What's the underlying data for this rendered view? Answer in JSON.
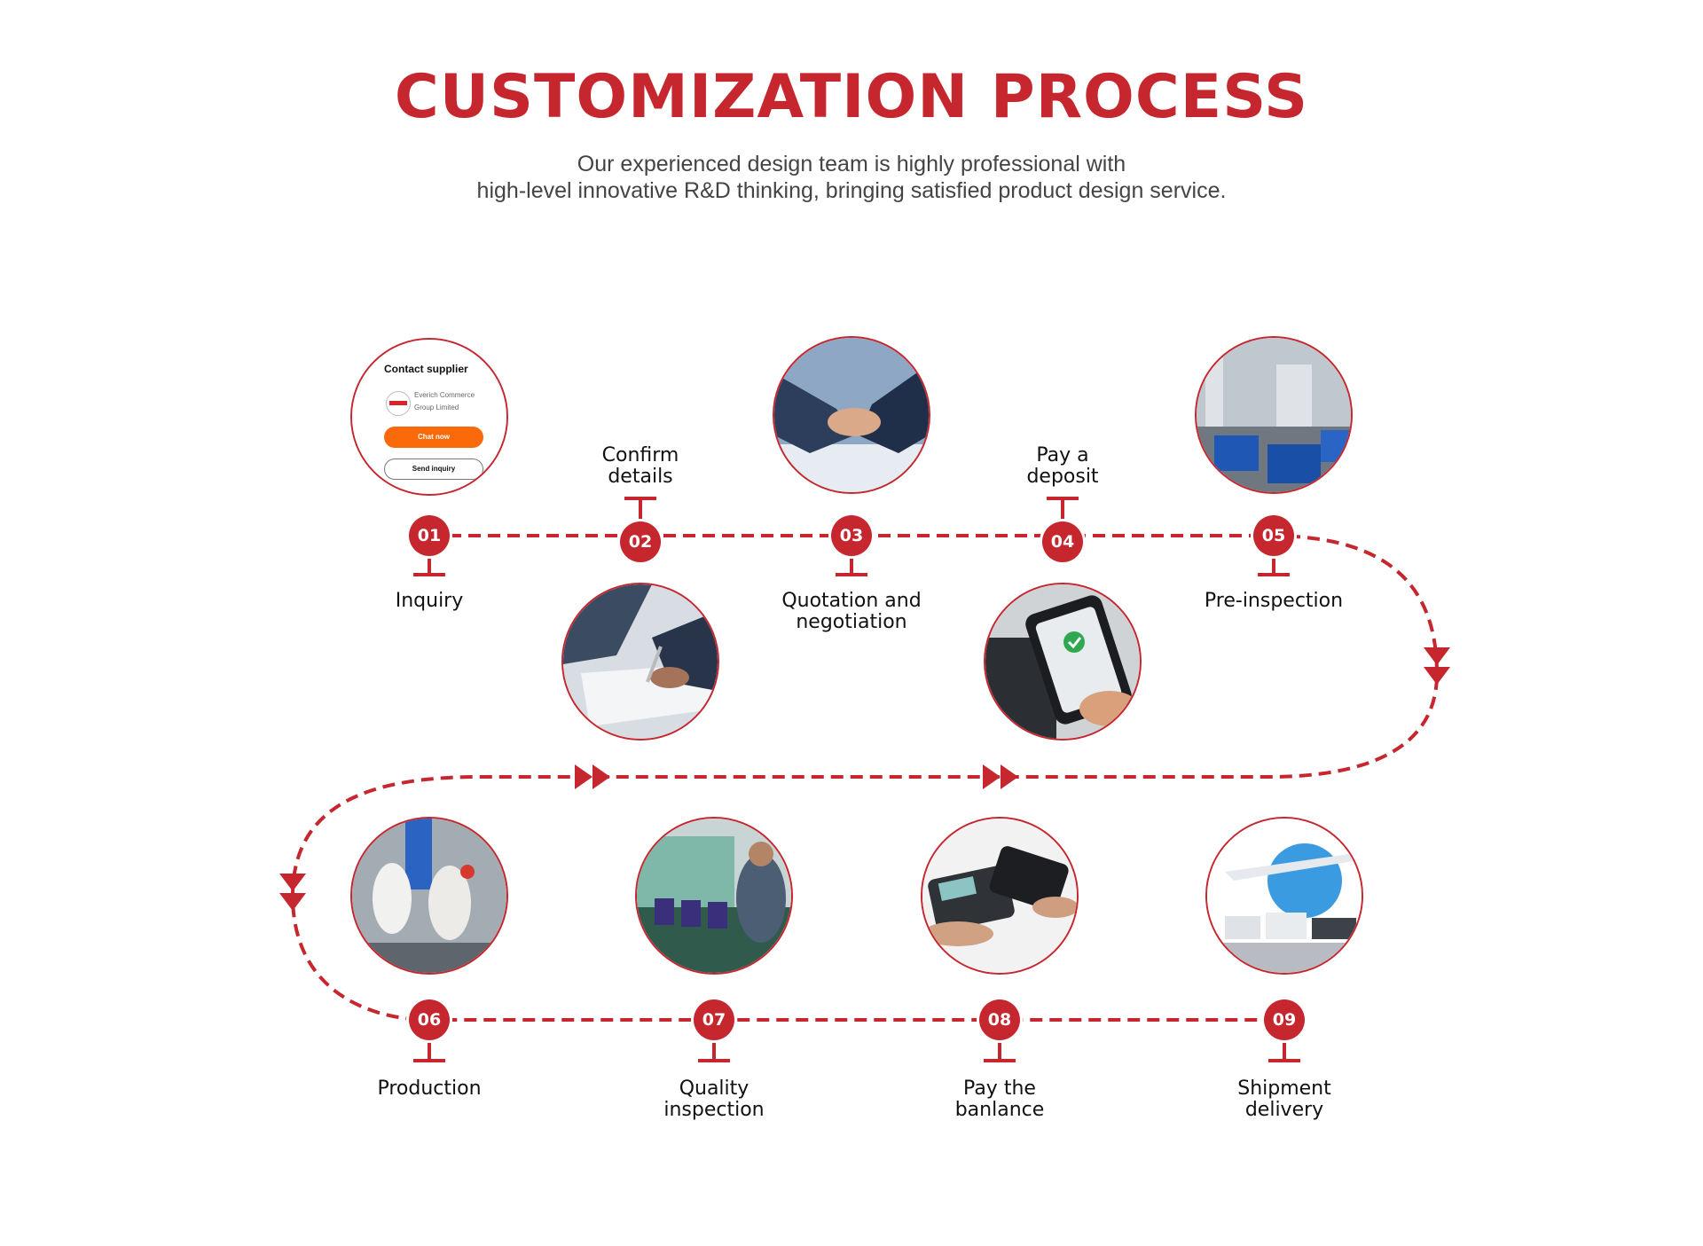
{
  "header": {
    "title": "CUSTOMIZATION PROCESS",
    "subtitle_line1": "Our experienced design team is highly professional with",
    "subtitle_line2": "high-level innovative R&D thinking, bringing satisfied product design service."
  },
  "colors": {
    "accent": "#c6262e",
    "chat_button": "#fb6a0a"
  },
  "steps": [
    {
      "num": "01",
      "label": "Inquiry",
      "image": "contact-supplier-card"
    },
    {
      "num": "02",
      "label": "Confirm details",
      "image": "signing-document-photo"
    },
    {
      "num": "03",
      "label": "Quotation and negotiation",
      "image": "handshake-photo"
    },
    {
      "num": "04",
      "label": "Pay a deposit",
      "image": "mobile-payment-photo"
    },
    {
      "num": "05",
      "label": "Pre-inspection",
      "image": "factory-floor-photo"
    },
    {
      "num": "06",
      "label": "Production",
      "image": "robot-arms-photo"
    },
    {
      "num": "07",
      "label": "Quality inspection",
      "image": "quality-inspection-photo"
    },
    {
      "num": "08",
      "label": "Pay the banlance",
      "image": "card-terminal-photo"
    },
    {
      "num": "09",
      "label": "Shipment delivery",
      "image": "logistics-photo"
    }
  ],
  "labels": {
    "s01": "Inquiry",
    "s02a": "Confirm",
    "s02b": "details",
    "s03a": "Quotation and",
    "s03b": "negotiation",
    "s04a": "Pay a",
    "s04b": "deposit",
    "s05": "Pre-inspection",
    "s06": "Production",
    "s07a": "Quality",
    "s07b": "inspection",
    "s08a": "Pay the",
    "s08b": "banlance",
    "s09a": "Shipment",
    "s09b": "delivery"
  },
  "inquiry_card": {
    "heading": "Contact supplier",
    "company_line1": "Everich Commerce",
    "company_line2": "Group Limited",
    "chat_label": "Chat now",
    "inquiry_label": "Send inquiry"
  }
}
